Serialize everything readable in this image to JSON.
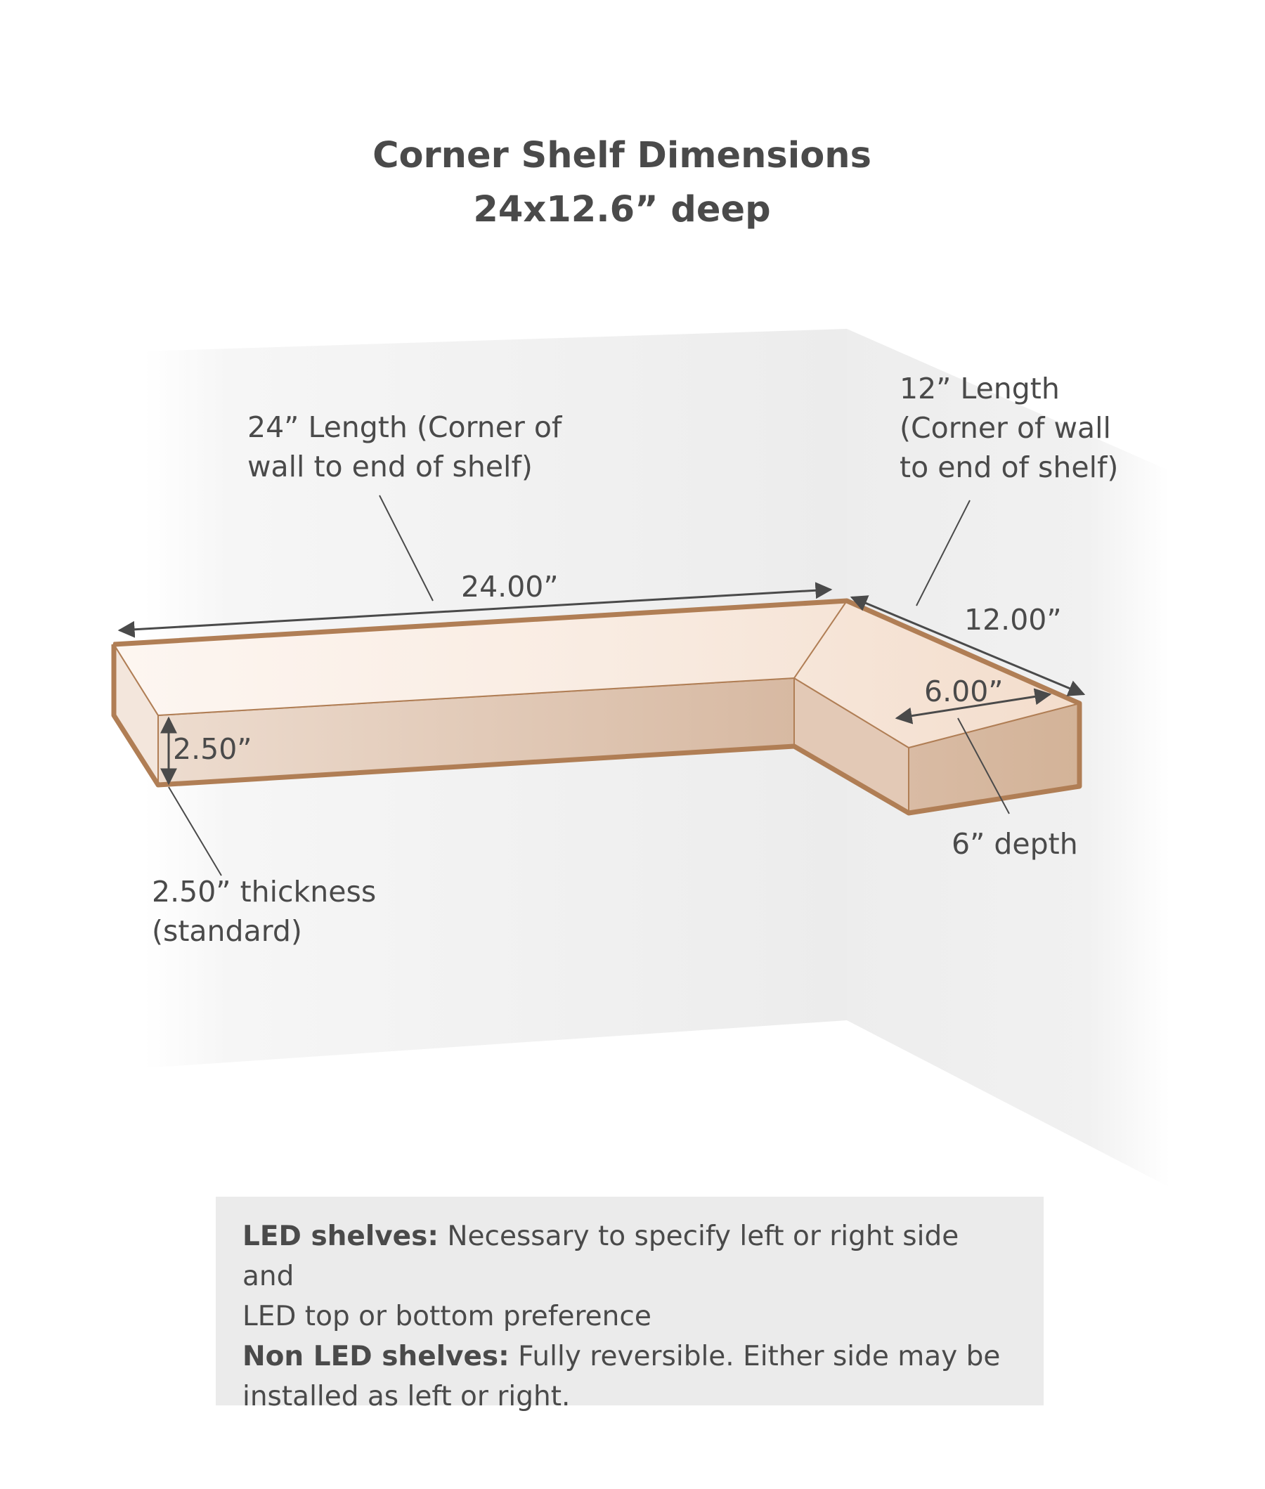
{
  "title": {
    "line1": "Corner Shelf Dimensions",
    "line2": "24x12.6” deep"
  },
  "labels": {
    "length_24_line1": "24” Length  (Corner of",
    "length_24_line2": "wall to end of shelf)",
    "length_12_line1": "12” Length",
    "length_12_line2": "(Corner of wall",
    "length_12_line3": "to end of shelf)",
    "dim_24": "24.00”",
    "dim_12": "12.00”",
    "dim_6": "6.00”",
    "dim_2_5": "2.50”",
    "depth": "6” depth",
    "thickness_line1": "2.50” thickness",
    "thickness_line2": "(standard)"
  },
  "notes": [
    {
      "bold": "LED shelves:",
      "text": " Necessary to specify left or right side and",
      "text2": "LED top or bottom preference"
    },
    {
      "bold": "Non LED shelves:",
      "text": " Fully reversible. Either side may be",
      "text2": "installed as left or right."
    }
  ],
  "colors": {
    "text": "#4a4a4a",
    "shelf_outline": "#b07e55",
    "shelf_top": "#f8ebe2",
    "shelf_front": "#dcc0ac",
    "wall": "#efefef",
    "note_bg": "#ebebeb"
  }
}
